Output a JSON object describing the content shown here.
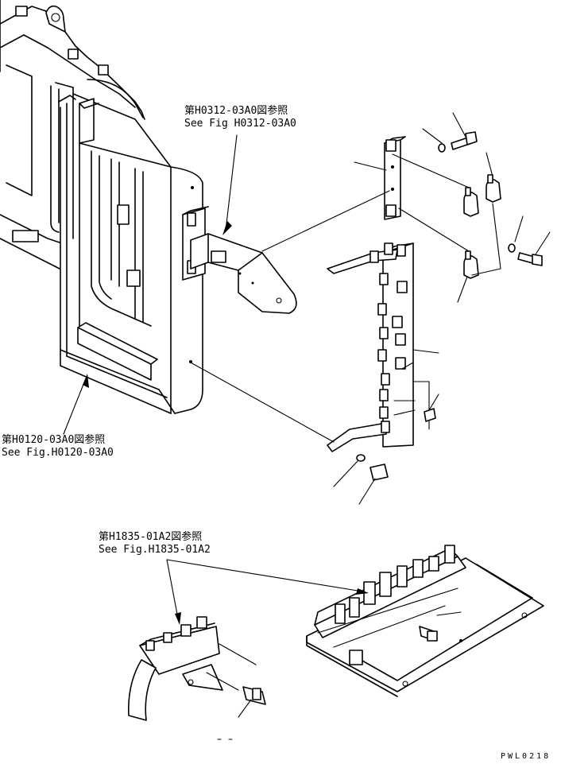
{
  "references": [
    {
      "jp": "第H0312-03A0図参照",
      "en": "See Fig H0312-03A0"
    },
    {
      "jp": "第H0120-03A0図参照",
      "en": "See Fig.H0120-03A0"
    },
    {
      "jp": "第H1835-01A2図参照",
      "en": "See Fig.H1835-01A2"
    }
  ],
  "drawing_code": "PWL0218"
}
